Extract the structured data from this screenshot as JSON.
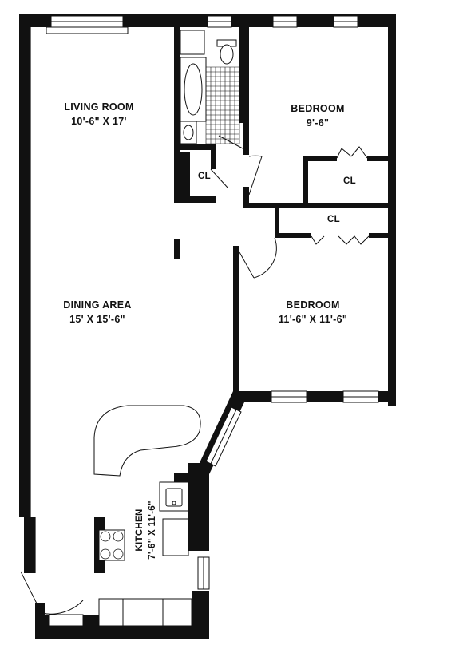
{
  "rooms": {
    "living_room": {
      "name": "LIVING ROOM",
      "dims": "10'-6\" X 17'"
    },
    "bedroom_1": {
      "name": "BEDROOM",
      "dims": "9'-6\""
    },
    "bedroom_2": {
      "name": "BEDROOM",
      "dims": "11'-6\" X 11'-6\""
    },
    "dining_area": {
      "name": "DINING AREA",
      "dims": "15' X 15'-6\""
    },
    "kitchen": {
      "name": "KITCHEN",
      "dims": "7'-6\" X 11'-6\""
    }
  },
  "closets": {
    "hall_closet": "CL",
    "bedroom_1_closet": "CL",
    "bedroom_2_closet": "CL"
  },
  "colors": {
    "wall": "#111111",
    "background": "#ffffff"
  }
}
